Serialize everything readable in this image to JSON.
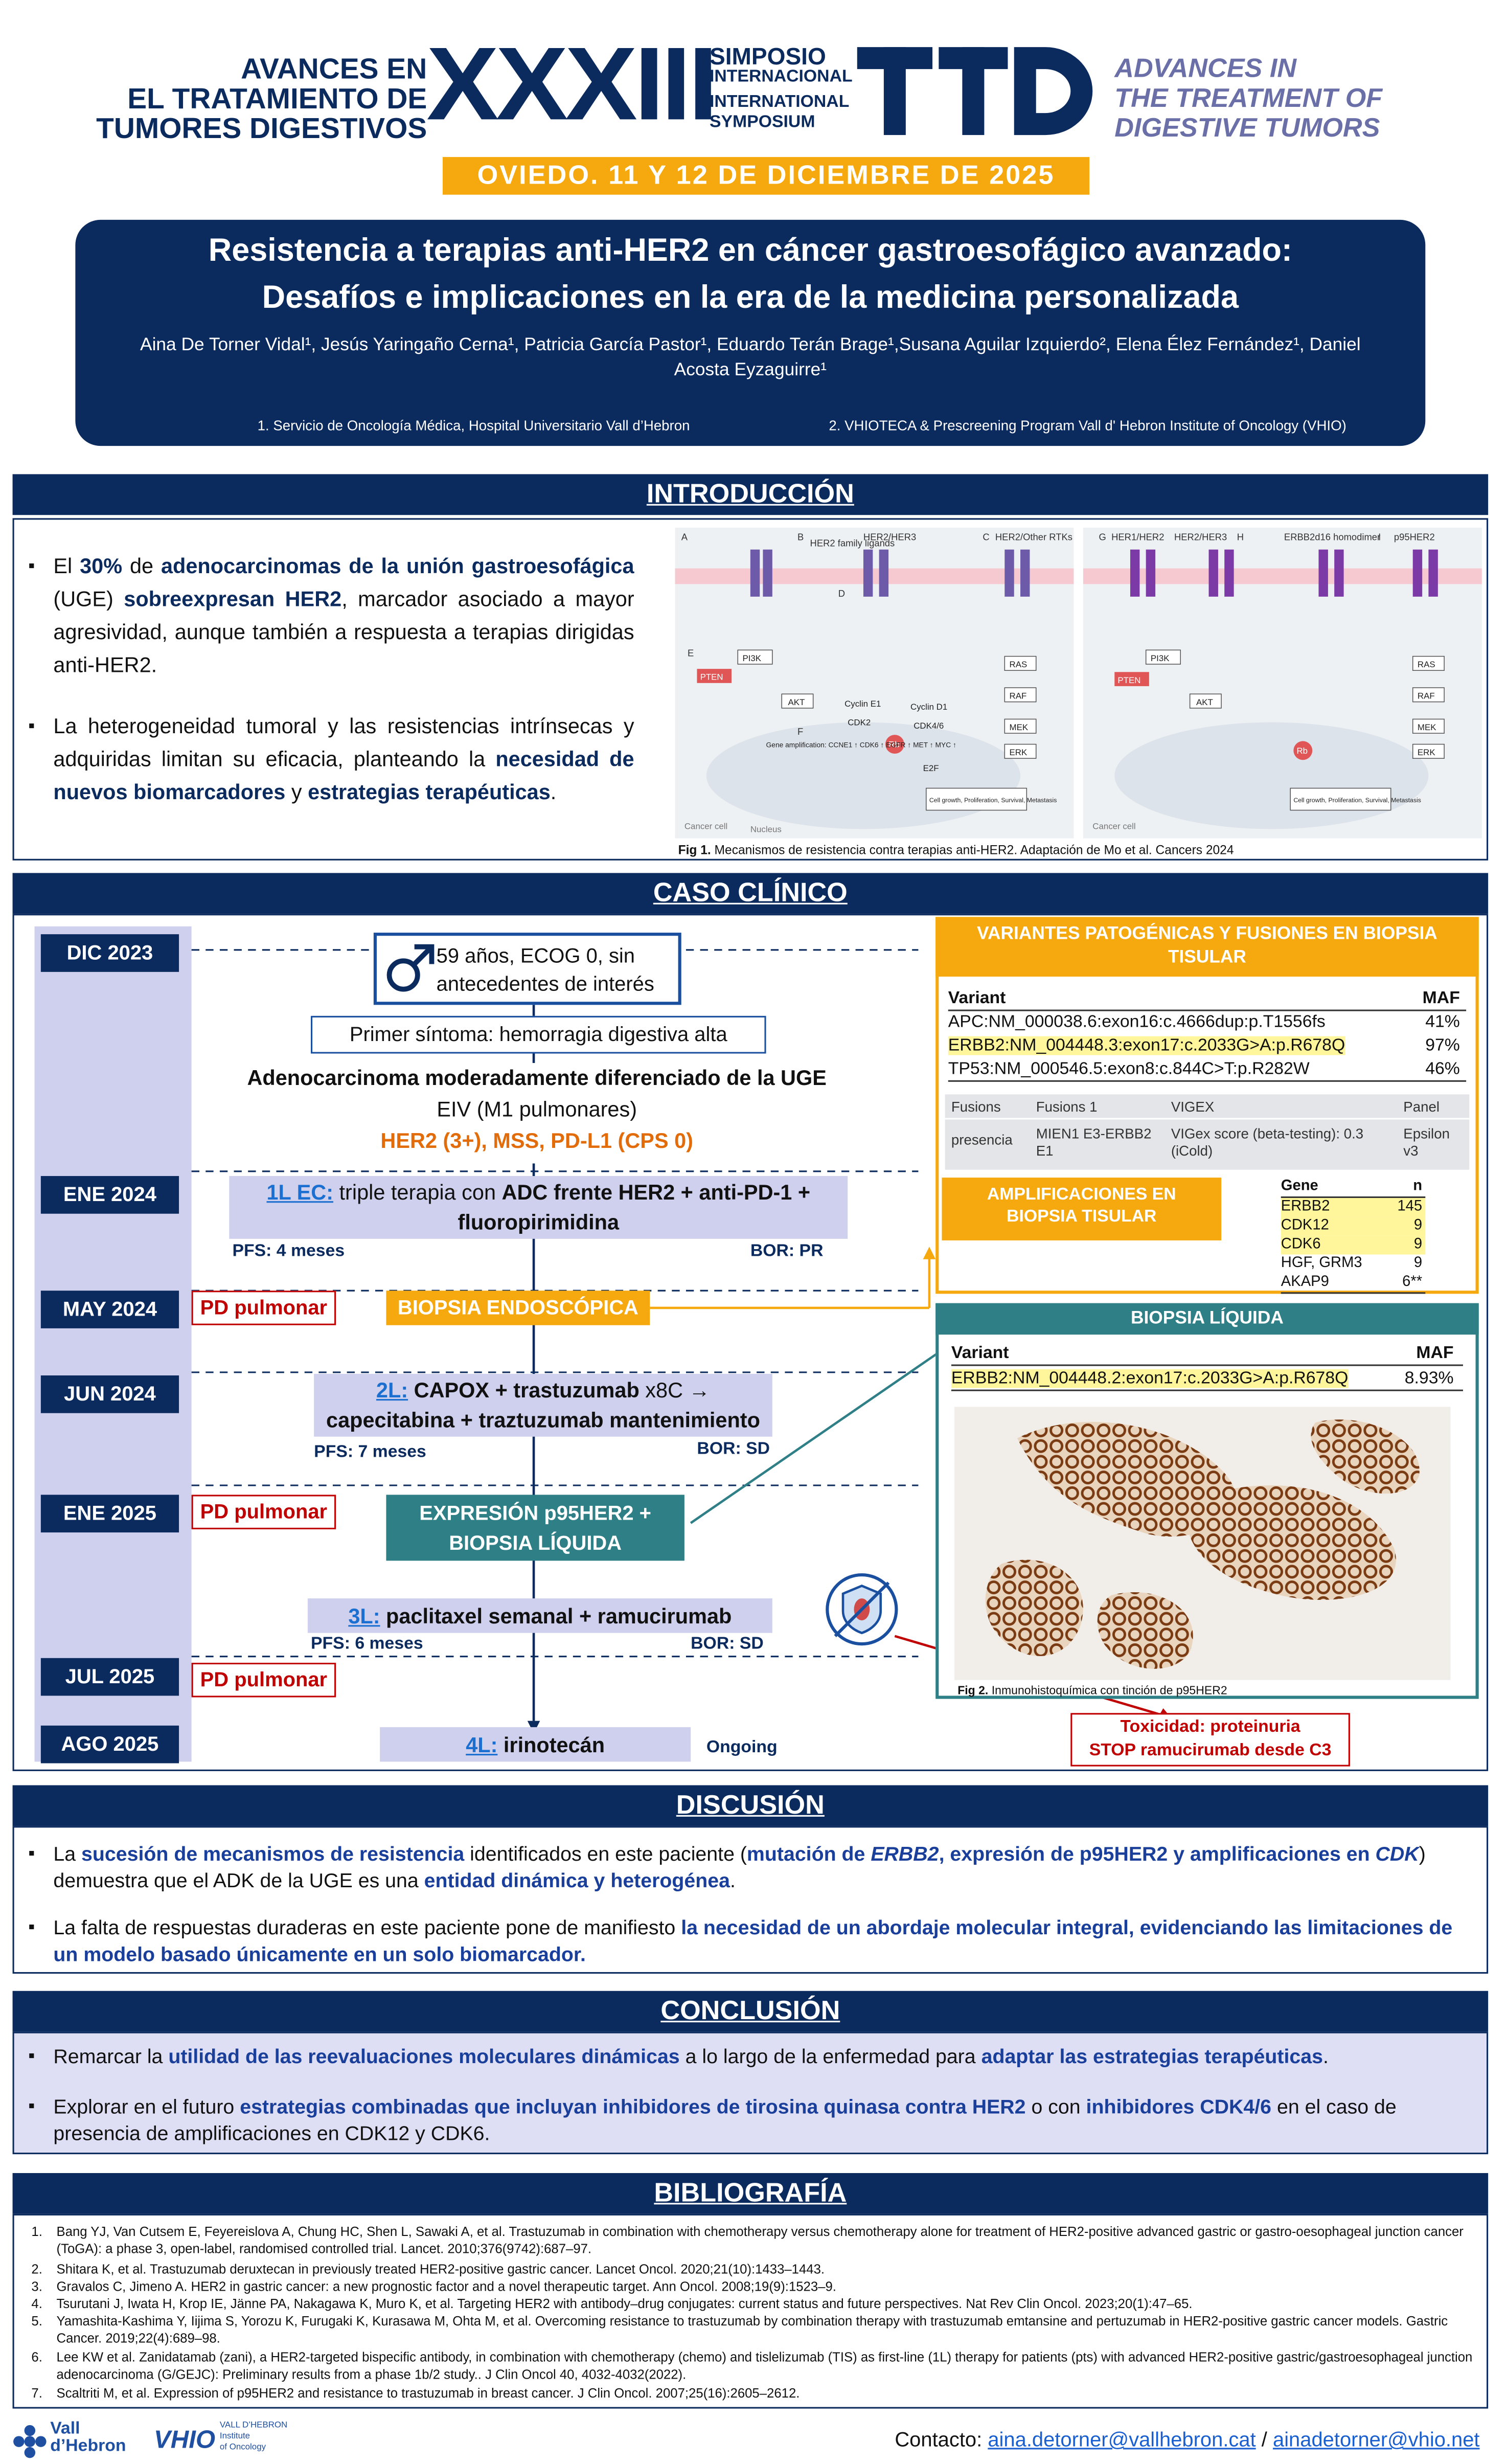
{
  "header": {
    "es_title": [
      "AVANCES EN",
      "EL TRATAMIENTO DE",
      "TUMORES DIGESTIVOS"
    ],
    "numeral": "XXXIII",
    "symposium": [
      "SIMPOSIO",
      "INTERNACIONAL",
      "INTERNATIONAL",
      "SYMPOSIUM"
    ],
    "logo": "TTD",
    "en_title": [
      "ADVANCES IN",
      "THE TREATMENT OF",
      "DIGESTIVE TUMORS"
    ],
    "date_banner": "OVIEDO. 11 Y 12 DE DICIEMBRE DE 2025"
  },
  "title": {
    "line1": "Resistencia a terapias anti-HER2 en cáncer gastroesofágico avanzado:",
    "line2": "Desafíos e implicaciones en la era de la medicina personalizada",
    "authors": "Aina De Torner Vidal¹, Jesús Yaringaño Cerna¹, Patricia García Pastor¹, Eduardo Terán Brage¹,Susana Aguilar Izquierdo², Elena Élez Fernández¹, Daniel Acosta Eyzaguirre¹",
    "aff1": "1. Servicio de Oncología Médica, Hospital Universitario Vall d’Hebron",
    "aff2": "2. VHIOTECA & Prescreening Program Vall d' Hebron Institute of Oncology (VHIO)"
  },
  "intro": {
    "heading": "INTRODUCCIÓN",
    "b1_a": "El ",
    "b1_b": "30%",
    "b1_c": " de ",
    "b1_d": "adenocarcinomas de la unión gastroesofágica",
    "b1_e": " (UGE) ",
    "b1_f": "sobreexpresan HER2",
    "b1_g": ", marcador asociado a mayor agresividad, aunque también a respuesta a terapias dirigidas anti-HER2.",
    "b2_a": "La heterogeneidad tumoral y las resistencias intrínsecas y adquiridas limitan su eficacia, planteando la ",
    "b2_b": "necesidad de nuevos biomarcadores",
    "b2_c": " y ",
    "b2_d": "estrategias terapéuticas",
    "b2_e": ".",
    "fig_caption_b": "Fig 1.",
    "fig_caption": " Mecanismos de resistencia contra terapias anti-HER2. Adaptación de Mo et al. Cancers 2024",
    "fig_labels": {
      "a": "A",
      "b": "B",
      "c": "C",
      "d": "D",
      "e": "E",
      "f": "F",
      "g": "G",
      "h": "H",
      "i": "I",
      "her2family": "HER2 family ligands",
      "her2her3": "HER2/HER3",
      "her2other": "HER2/Other RTKs",
      "her1her2": "HER1/HER2",
      "her2her3b": "HER2/HER3",
      "erbb2d16": "ERBB2d16 homodimer",
      "p95": "p95HER2",
      "pi3k": "PI3K",
      "pten": "PTEN",
      "akt": "AKT",
      "ras": "RAS",
      "raf": "RAF",
      "mek": "MEK",
      "erk": "ERK",
      "cyclinE": "Cyclin E1",
      "cdk2": "CDK2",
      "cyclinD": "Cyclin D1",
      "cdk46": "CDK4/6",
      "rb": "Rb",
      "e2f": "E2F",
      "gene_amp": "Gene amplification: CCNE1 ↑ CDK6 ↑ EGFR ↑ MET ↑ MYC ↑",
      "growth": "Cell growth, Proliferation, Survival, Metastasis",
      "cancer_cell": "Cancer cell",
      "nucleus": "Nucleus"
    }
  },
  "case": {
    "heading": "CASO CLÍNICO",
    "dates": [
      "DIC 2023",
      "ENE 2024",
      "MAY 2024",
      "JUN 2024",
      "ENE 2025",
      "JUL 2025",
      "AGO 2025"
    ],
    "patient": "59 años, ECOG 0, sin antecedentes de interés",
    "symptom": "Primer síntoma: hemorragia digestiva alta",
    "dx_line1": "Adenocarcinoma moderadamente diferenciado de la UGE",
    "dx_line2": "EIV (M1 pulmonares)",
    "dx_line3": "HER2 (3+), MSS, PD-L1 (CPS 0)",
    "l1_tag": "1L EC:",
    "l1_a": " triple terapia con ",
    "l1_b": "ADC frente HER2 + anti-PD-1 + fluoropirimidina",
    "l1_pfs": "PFS: 4 meses",
    "l1_bor": "BOR: PR",
    "pd": "PD pulmonar",
    "biopsy_endo": "BIOPSIA ENDOSCÓPICA",
    "l2_tag": "2L:",
    "l2_a": " CAPOX + trastuzumab",
    "l2_b": " x8C →",
    "l2_c": "capecitabina + traztuzumab mantenimiento",
    "l2_pfs": "PFS: 7 meses",
    "l2_bor": "BOR: SD",
    "p95_box": "EXPRESIÓN p95HER2 + BIOPSIA LÍQUIDA",
    "l3_tag": "3L:",
    "l3_a": " paclitaxel semanal + ramucirumab",
    "l3_pfs": "PFS: 6 meses",
    "l3_bor": "BOR: SD",
    "l4_tag": "4L:",
    "l4_a": " irinotecán",
    "l4_status": "Ongoing",
    "tox1": "Toxicidad: proteinuria",
    "tox2": "STOP ramucirumab desde C3",
    "var_header": "VARIANTES PATOGÉNICAS Y  FUSIONES EN BIOPSIA TISULAR",
    "var_cols": [
      "Variant",
      "MAF"
    ],
    "variants": [
      {
        "v": "APC:NM_000038.6:exon16:c.4666dup:p.T1556fs",
        "maf": "41%"
      },
      {
        "v": "ERBB2:NM_004448.3:exon17:c.2033G>A:p.R678Q",
        "maf": "97%"
      },
      {
        "v": "TP53:NM_000546.5:exon8:c.844C>T:p.R282W",
        "maf": "46%"
      }
    ],
    "fus_cols": [
      "Fusions",
      "Fusions 1",
      "VIGEX",
      "Panel"
    ],
    "fus_row": [
      "presencia",
      "MIEN1 E3-ERBB2 E1",
      "VIGex score (beta-testing): 0.3 (iCold)",
      "Epsilon v3"
    ],
    "amp_header": "AMPLIFICACIONES EN BIOPSIA TISULAR",
    "amp_cols": [
      "Gene",
      "n"
    ],
    "amps": [
      {
        "g": "ERBB2",
        "n": "145"
      },
      {
        "g": "CDK12",
        "n": "9"
      },
      {
        "g": "CDK6",
        "n": "9"
      },
      {
        "g": "HGF, GRM3",
        "n": "9"
      },
      {
        "g": "AKAP9",
        "n": "6**"
      }
    ],
    "liq_header": "BIOPSIA LÍQUIDA",
    "liq_cols": [
      "Variant",
      "MAF"
    ],
    "liq_row": {
      "v": "ERBB2:NM_004448.2:exon17:c.2033G>A:p.R678Q",
      "maf": "8.93%"
    },
    "fig2_b": "Fig 2.",
    "fig2": " Inmunohistoquímica con tinción de p95HER2"
  },
  "discussion": {
    "heading": "DISCUSIÓN",
    "b1_a": "La ",
    "b1_b": "sucesión de mecanismos de resistencia",
    "b1_c": " identificados en este paciente (",
    "b1_d": "mutación de ",
    "b1_e": "ERBB2",
    "b1_f": ", expresión de p95HER2 y amplificaciones en ",
    "b1_g": "CDK",
    "b1_h": ") demuestra que el ADK de la UGE es una ",
    "b1_i": "entidad dinámica y heterogénea",
    "b1_j": ".",
    "b2_a": "La falta de respuestas duraderas en este paciente pone de manifiesto ",
    "b2_b": "la necesidad de un abordaje molecular integral, evidenciando las limitaciones de un modelo basado únicamente en un solo biomarcador."
  },
  "conclusion": {
    "heading": "CONCLUSIÓN",
    "b1_a": "Remarcar la ",
    "b1_b": "utilidad de las reevaluaciones moleculares dinámicas",
    "b1_c": " a lo largo de la enfermedad para ",
    "b1_d": "adaptar las estrategias terapéuticas",
    "b1_e": ".",
    "b2_a": "Explorar en el futuro ",
    "b2_b": "estrategias combinadas que incluyan inhibidores de tirosina quinasa contra HER2",
    "b2_c": " o con ",
    "b2_d": "inhibidores CDK4/6",
    "b2_e": " en el caso de presencia de amplificaciones en CDK12 y CDK6."
  },
  "bibliography": {
    "heading": "BIBLIOGRAFÍA",
    "refs": [
      "Bang YJ, Van Cutsem E, Feyereislova A, Chung HC, Shen L, Sawaki A, et al. Trastuzumab in combination with chemotherapy versus chemotherapy alone for treatment of HER2-positive advanced gastric or gastro-oesophageal junction cancer (ToGA): a phase 3, open-label, randomised controlled trial. Lancet. 2010;376(9742):687–97.",
      "Shitara K, et al. Trastuzumab deruxtecan in previously treated HER2-positive gastric cancer. Lancet Oncol. 2020;21(10):1433–1443.",
      "Gravalos C, Jimeno A. HER2 in gastric cancer: a new prognostic factor and a novel therapeutic target. Ann Oncol. 2008;19(9):1523–9.",
      "Tsurutani J, Iwata H, Krop IE, Jänne PA, Nakagawa K, Muro K, et al. Targeting HER2 with antibody–drug conjugates: current status and future perspectives. Nat Rev Clin Oncol. 2023;20(1):47–65.",
      "Yamashita-Kashima Y, Iijima S, Yorozu K, Furugaki K, Kurasawa M, Ohta M, et al. Overcoming resistance to trastuzumab by combination therapy with trastuzumab emtansine and pertuzumab in HER2-positive gastric cancer models. Gastric Cancer. 2019;22(4):689–98.",
      "Lee KW et al. Zanidatamab (zani), a HER2-targeted bispecific antibody, in combination with chemotherapy (chemo) and tislelizumab (TIS) as first-line (1L) therapy for patients (pts) with advanced HER2-positive gastric/gastroesophageal junction adenocarcinoma (G/GEJC): Preliminary results from a phase 1b/2 study.. J Clin Oncol 40, 4032-4032(2022).",
      "Scaltriti M, et al. Expression of p95HER2 and resistance to trastuzumab in breast cancer. J Clin Oncol. 2007;25(16):2605–2612."
    ]
  },
  "footer": {
    "logo1_a": "Vall",
    "logo1_b": "d’Hebron",
    "logo2": "VHIO",
    "logo3": [
      "VALL D’HEBRON",
      "Institute",
      "of Oncology"
    ],
    "contact_label": "Contacto: ",
    "email1": "aina.detorner@vallhebron.cat",
    "sep": " / ",
    "email2": "ainadetorner@vhio.net"
  },
  "colors": {
    "navy": "#0b2a5e",
    "orange": "#f5a90f",
    "teal": "#2e7f86",
    "red": "#c00000",
    "lavender": "#cfd0ee"
  }
}
